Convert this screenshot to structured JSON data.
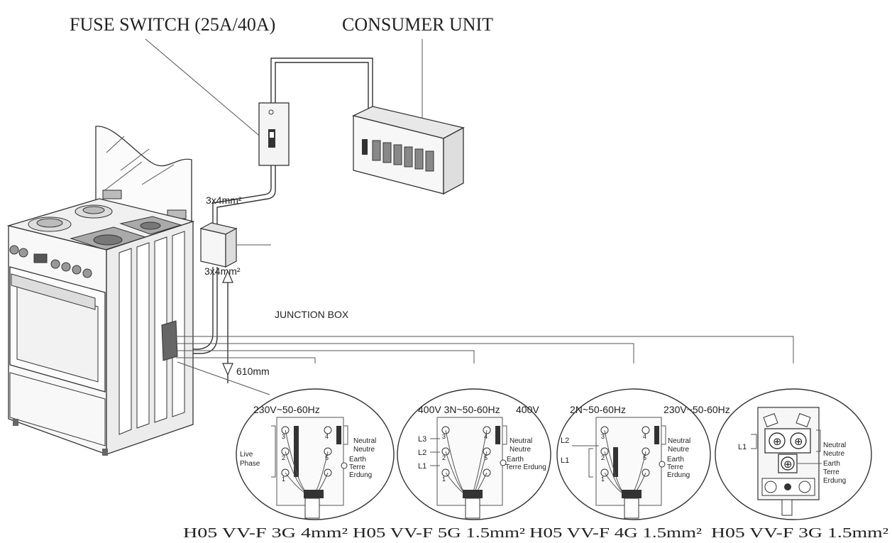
{
  "labels": {
    "fuse_switch": "FUSE SWITCH (25A/40A)",
    "consumer_unit": "CONSUMER UNIT",
    "cable_top": "3x4mm²",
    "cable_mid": "3x4mm²",
    "junction_box": "JUNCTION BOX",
    "height": "610mm"
  },
  "diagrams": [
    {
      "voltage_left": "230V~50-60Hz",
      "voltage_right": "",
      "terminal_numbers": [
        "3",
        "2",
        "1",
        "4",
        "5"
      ],
      "left_labels": [
        "Live",
        "Phase"
      ],
      "right_neutral": [
        "Neutral",
        "Neutre"
      ],
      "right_earth": [
        "Earth",
        "Terre",
        "Erdung"
      ],
      "cable": "H05 VV-F 3G 4mm²"
    },
    {
      "voltage_left": "400V 3N~50-60Hz",
      "voltage_right": "400V",
      "terminal_numbers": [
        "3",
        "2",
        "1",
        "4",
        "5"
      ],
      "left_labels": [
        "L3",
        "L2",
        "L1"
      ],
      "right_neutral": [
        "Neutral",
        "Neutre"
      ],
      "right_earth": [
        "Earth",
        "Terre Erdung"
      ],
      "cable": "H05 VV-F 5G 1.5mm²"
    },
    {
      "voltage_left": "2N~50-60Hz",
      "voltage_right": "230V~50-60Hz",
      "terminal_numbers": [
        "3",
        "2",
        "1",
        "4",
        "5"
      ],
      "left_labels": [
        "L2",
        "L1"
      ],
      "right_neutral": [
        "Neutral",
        "Neutre"
      ],
      "right_earth": [
        "Earth",
        "Terre",
        "Erdung"
      ],
      "cable": "H05 VV-F 4G 1.5mm²"
    },
    {
      "voltage_left": "",
      "voltage_right": "",
      "terminal_numbers": [],
      "left_labels": [
        "L1"
      ],
      "right_neutral": [
        "Neutral",
        "Neutre"
      ],
      "right_earth": [
        "Earth",
        "Terre",
        "Erdung"
      ],
      "cable": "H05 VV-F 3G  1.5mm²"
    }
  ]
}
